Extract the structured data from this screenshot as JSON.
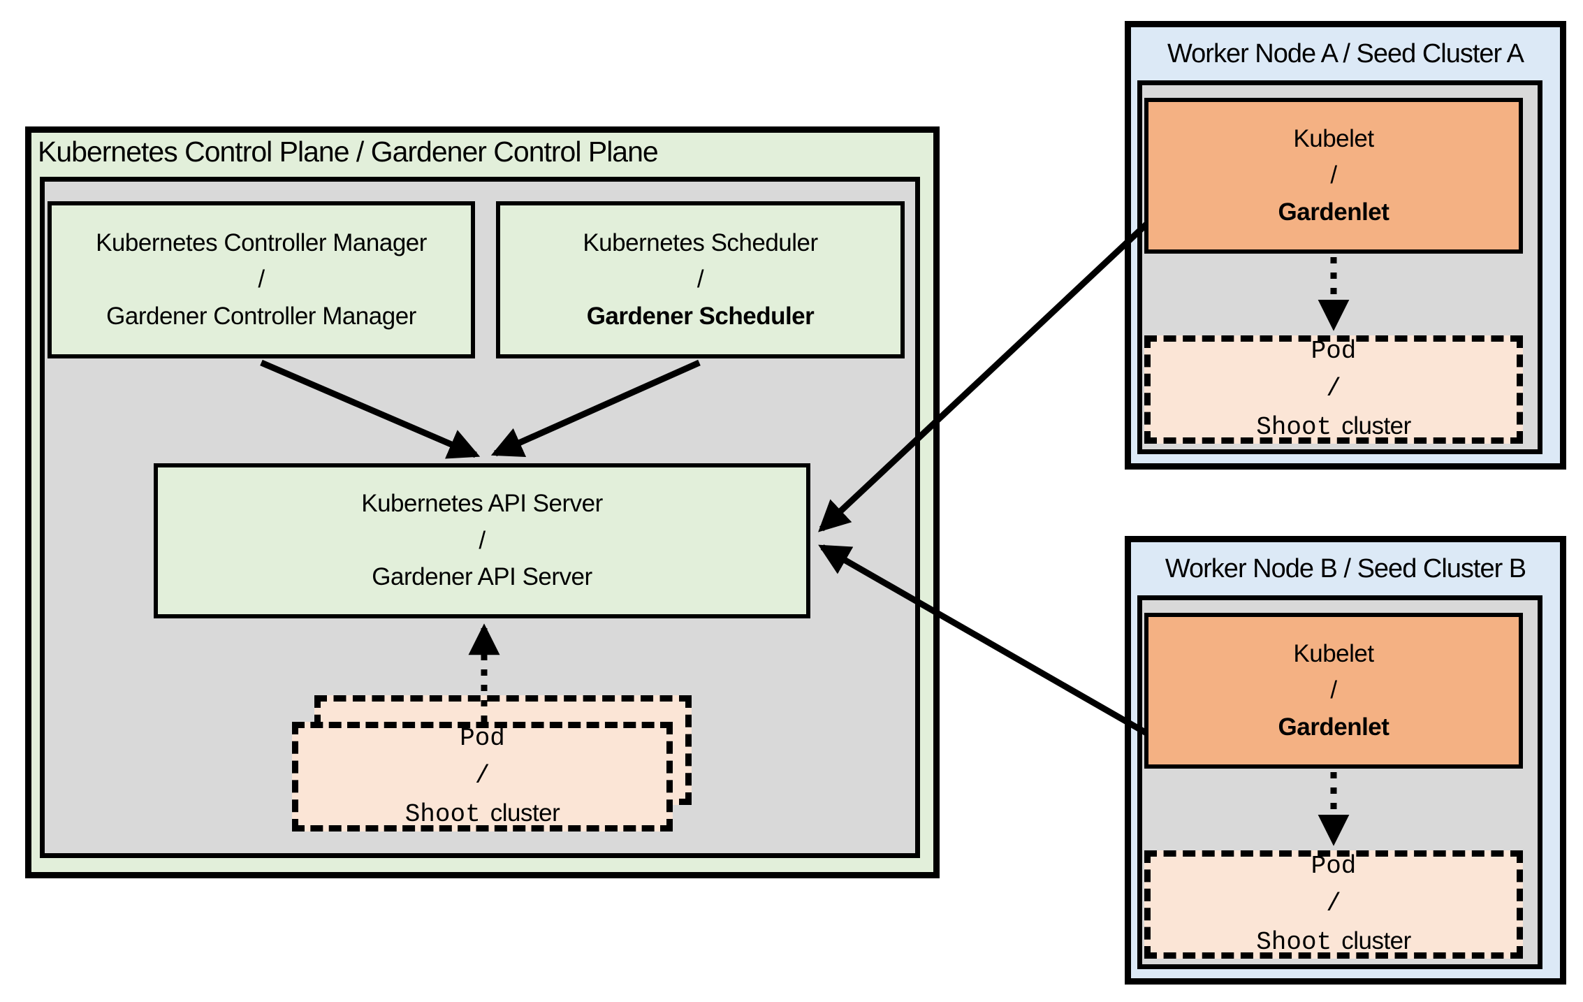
{
  "colors": {
    "green_fill": "#e2efda",
    "gray_fill": "#d9d9d9",
    "blue_fill": "#dce9f6",
    "orange_fill": "#f4b183",
    "peach_fill": "#fbe5d6",
    "border": "#000000"
  },
  "control_plane": {
    "title": "Kubernetes Control Plane / Gardener Control Plane",
    "controller_manager": {
      "line1": "Kubernetes Controller Manager",
      "separator": "/",
      "line2": "Gardener Controller Manager"
    },
    "scheduler": {
      "line1": "Kubernetes Scheduler",
      "separator": "/",
      "line2": "Gardener Scheduler"
    },
    "api_server": {
      "line1": "Kubernetes API Server",
      "separator": "/",
      "line2": "Gardener API Server"
    },
    "pod_stack": {
      "line1": "Pod",
      "separator": "/",
      "line3_code": "Shoot",
      "line3_text": "cluster"
    }
  },
  "worker_node_a": {
    "title": "Worker Node A / Seed Cluster A",
    "kubelet": {
      "line1": "Kubelet",
      "separator": "/",
      "line2": "Gardenlet"
    },
    "pod": {
      "line1": "Pod",
      "separator": "/",
      "line3_code": "Shoot",
      "line3_text": "cluster"
    }
  },
  "worker_node_b": {
    "title": "Worker Node B / Seed Cluster B",
    "kubelet": {
      "line1": "Kubelet",
      "separator": "/",
      "line2": "Gardenlet"
    },
    "pod": {
      "line1": "Pod",
      "separator": "/",
      "line3_code": "Shoot",
      "line3_text": "cluster"
    }
  }
}
